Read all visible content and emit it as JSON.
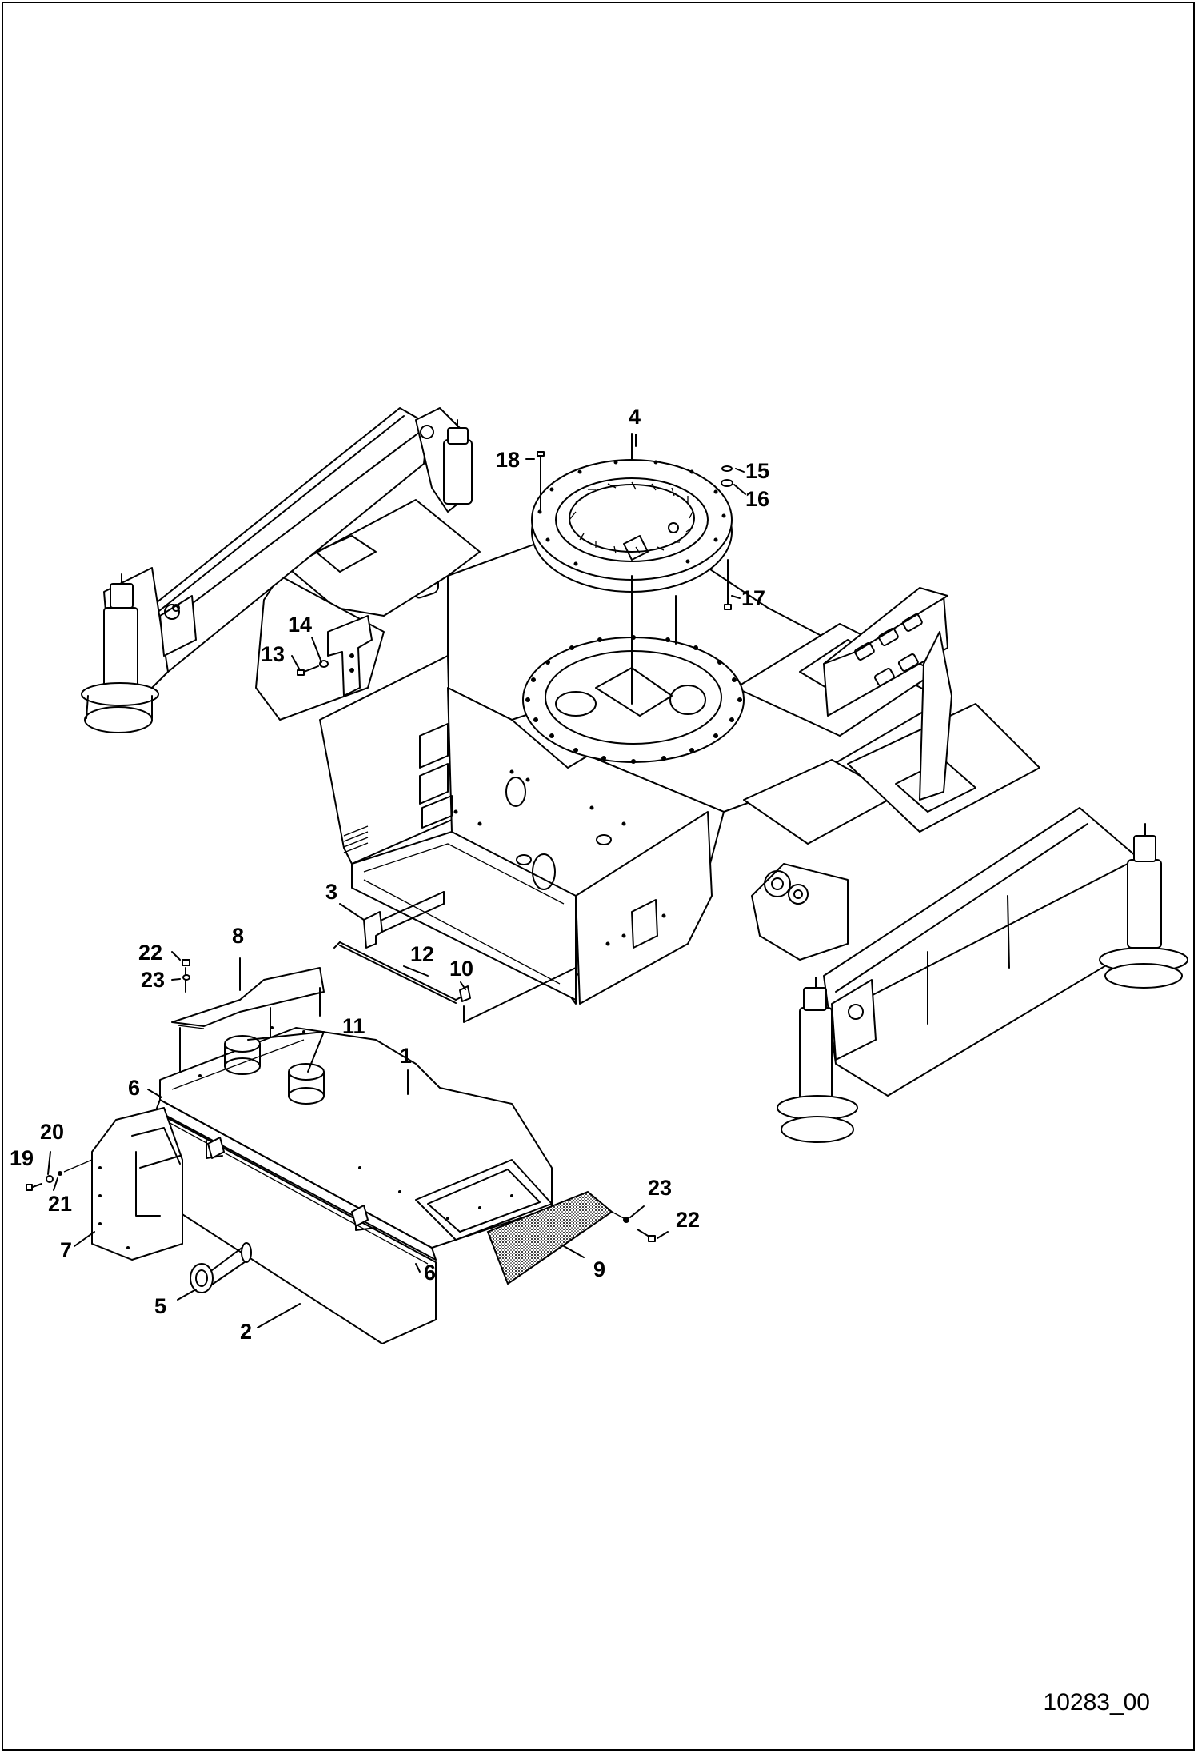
{
  "figure_id": "10283_00",
  "callouts": [
    {
      "id": "1",
      "text": "1"
    },
    {
      "id": "2",
      "text": "2"
    },
    {
      "id": "3",
      "text": "3"
    },
    {
      "id": "4",
      "text": "4"
    },
    {
      "id": "5",
      "text": "5"
    },
    {
      "id": "6a",
      "text": "6"
    },
    {
      "id": "6b",
      "text": "6"
    },
    {
      "id": "7",
      "text": "7"
    },
    {
      "id": "8",
      "text": "8"
    },
    {
      "id": "9",
      "text": "9"
    },
    {
      "id": "10",
      "text": "10"
    },
    {
      "id": "11",
      "text": "11"
    },
    {
      "id": "12",
      "text": "12"
    },
    {
      "id": "13",
      "text": "13"
    },
    {
      "id": "14",
      "text": "14"
    },
    {
      "id": "15",
      "text": "15"
    },
    {
      "id": "16",
      "text": "16"
    },
    {
      "id": "17",
      "text": "17"
    },
    {
      "id": "18",
      "text": "18"
    },
    {
      "id": "19",
      "text": "19"
    },
    {
      "id": "20",
      "text": "20"
    },
    {
      "id": "21",
      "text": "21"
    },
    {
      "id": "22a",
      "text": "22"
    },
    {
      "id": "22b",
      "text": "22"
    },
    {
      "id": "23a",
      "text": "23"
    },
    {
      "id": "23b",
      "text": "23"
    }
  ]
}
